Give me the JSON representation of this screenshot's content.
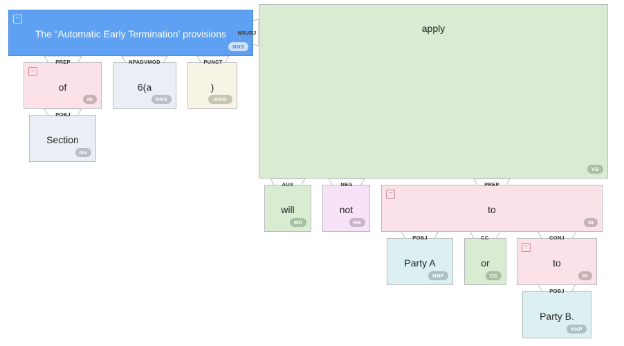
{
  "nodes": {
    "provisions": {
      "word": "The “Automatic Early Termination’ provisions",
      "tag": "NNS"
    },
    "of": {
      "word": "of",
      "tag": "IN"
    },
    "six": {
      "word": "6(a",
      "tag": "NNS"
    },
    "paren": {
      "word": ")",
      "tag": "-RRB-"
    },
    "section": {
      "word": "Section",
      "tag": "NN"
    },
    "apply": {
      "word": "apply",
      "tag": "VB"
    },
    "will": {
      "word": "will",
      "tag": "MD"
    },
    "not": {
      "word": "not",
      "tag": "RB"
    },
    "to1": {
      "word": "to",
      "tag": "IN"
    },
    "partyA": {
      "word": "Party A",
      "tag": "NNP"
    },
    "or": {
      "word": "or",
      "tag": "CC"
    },
    "to2": {
      "word": "to",
      "tag": "IN"
    },
    "partyB": {
      "word": "Party B.",
      "tag": "NNP"
    }
  },
  "edges": {
    "prep1": "PREP",
    "npadvmod": "NPADVMOD",
    "punct": "PUNCT",
    "pobj1": "POBJ",
    "nsubj": "NSUBJ",
    "aux": "AUX",
    "neg": "NEG",
    "prep2": "PREP",
    "pobj2": "POBJ",
    "cc": "CC",
    "conj": "CONJ",
    "pobj3": "POBJ"
  },
  "collapse_symbol": "−",
  "colors": {
    "blue": "#5ea0f2",
    "pink": "#fbe1e8",
    "gray_blue": "#e9eff5",
    "cream": "#f7f4e6",
    "green": "#d9ecd1",
    "lavender": "#f7e3f7",
    "cyan": "#dcf0f2"
  }
}
